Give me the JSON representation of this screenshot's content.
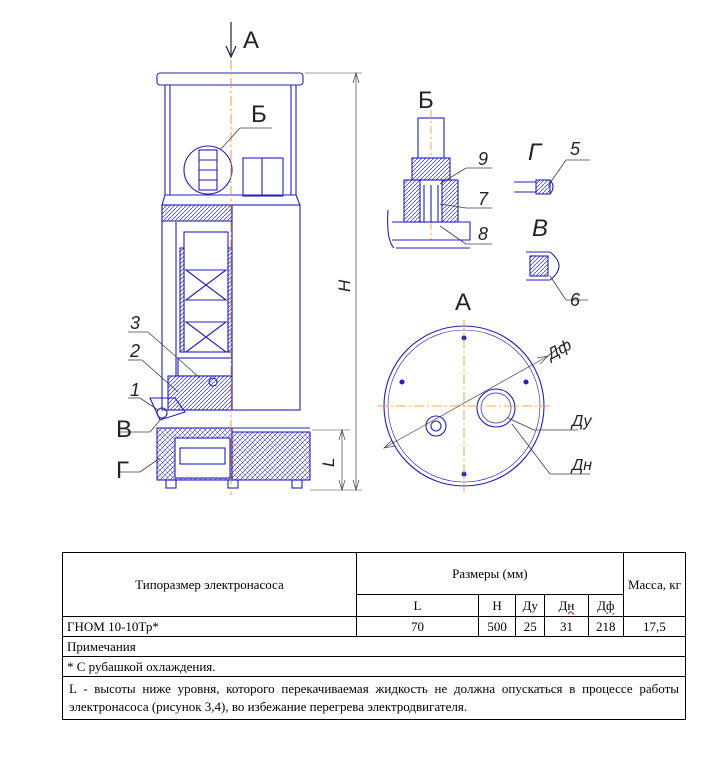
{
  "drawing": {
    "view_a_arrow": "А",
    "label_b": "Б",
    "dim_h": "H",
    "dim_l": "L",
    "callout_1": "1",
    "callout_2": "2",
    "callout_3": "3",
    "label_v": "В",
    "label_g": "Г",
    "detail_b_title": "Б",
    "detail_b_9": "9",
    "detail_b_7": "7",
    "detail_b_8": "8",
    "detail_g_title": "Г",
    "detail_g_5": "5",
    "detail_v_title": "В",
    "detail_v_6": "6",
    "view_a_title": "А",
    "dim_df": "Дф",
    "dim_du": "Ду",
    "dim_dn": "Дн",
    "line_color": "#2020c0",
    "hatch_color": "#3030d0",
    "axis_color": "#ff8c00",
    "note_color": "#404040"
  },
  "table": {
    "col_type_header": "Типоразмер электронасоса",
    "col_dims_header": "Размеры (мм)",
    "col_mass_header": "Масса, кг",
    "sub_headers": [
      "L",
      "H",
      "Ду",
      "Дн",
      "Дф"
    ],
    "row": {
      "type": "ГНОМ 10-10Тр*",
      "values": [
        "70",
        "500",
        "25",
        "31",
        "218"
      ],
      "mass": "17,5"
    },
    "notes_title": "Примечания",
    "note_1": "* С рубашкой охлаждения.",
    "note_2": "L - высоты ниже уровня, которого перекачиваемая жидкость не должна опускаться в процессе работы электронасоса (рисунок 3,4), во избежание перегрева электродвигателя."
  }
}
